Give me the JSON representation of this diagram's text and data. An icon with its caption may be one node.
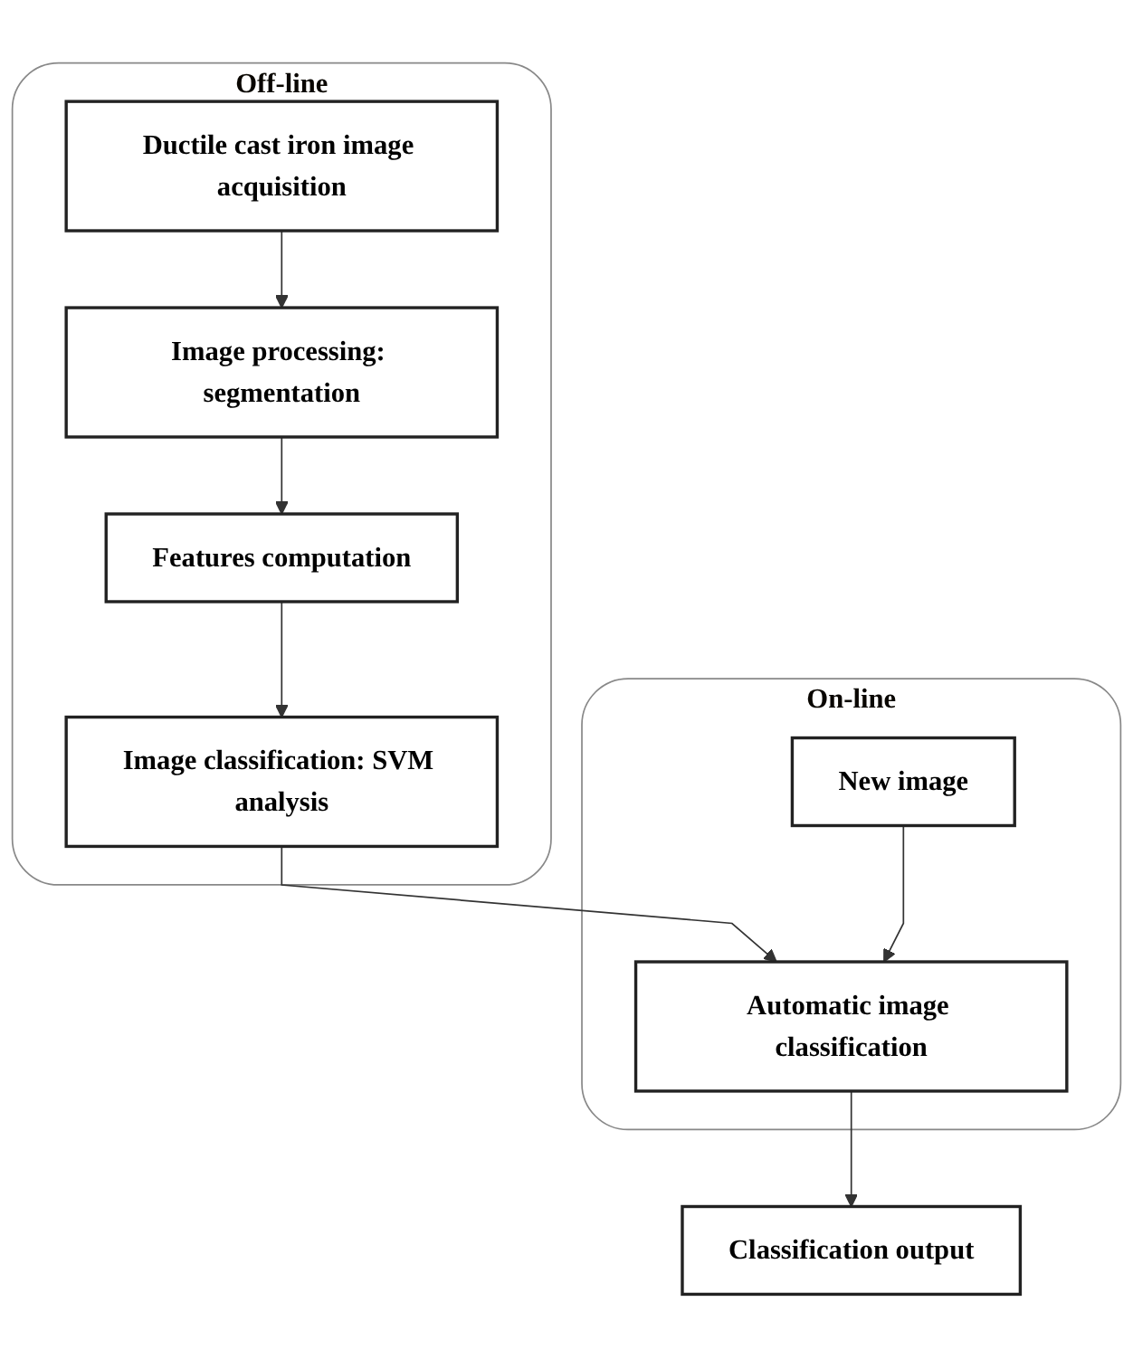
{
  "diagram": {
    "nodes": [
      {
        "text": [
          "Off-line"
        ]
      },
      {
        "text": [
          "Ductile cast iron image acquisition"
        ],
        "in": 0
      },
      {
        "text": [
          "Image processing: segmentation"
        ],
        "in": 0
      },
      {
        "text": [
          "Features computation"
        ],
        "in": 0
      },
      {
        "text": [
          "Image classification: SVM analysis"
        ],
        "in": 0
      },
      {
        "text": [
          "On-line"
        ]
      },
      {
        "text": [
          "New image"
        ],
        "in": 5
      },
      {
        "text": [
          "Automatic image classification"
        ],
        "in": 5
      },
      {
        "text": [
          "Classification output"
        ]
      }
    ],
    "edges": [
      {
        "from": 1,
        "to": 2,
        "arrow": "to"
      },
      {
        "from": 2,
        "to": 3,
        "arrow": "to"
      },
      {
        "from": 3,
        "to": 4,
        "arrow": "to"
      },
      {
        "from": 4,
        "to": 7,
        "arrow": "to"
      },
      {
        "from": 6,
        "to": 7,
        "arrow": "to"
      },
      {
        "from": 7,
        "to": 8,
        "arrow": "to"
      }
    ]
  }
}
